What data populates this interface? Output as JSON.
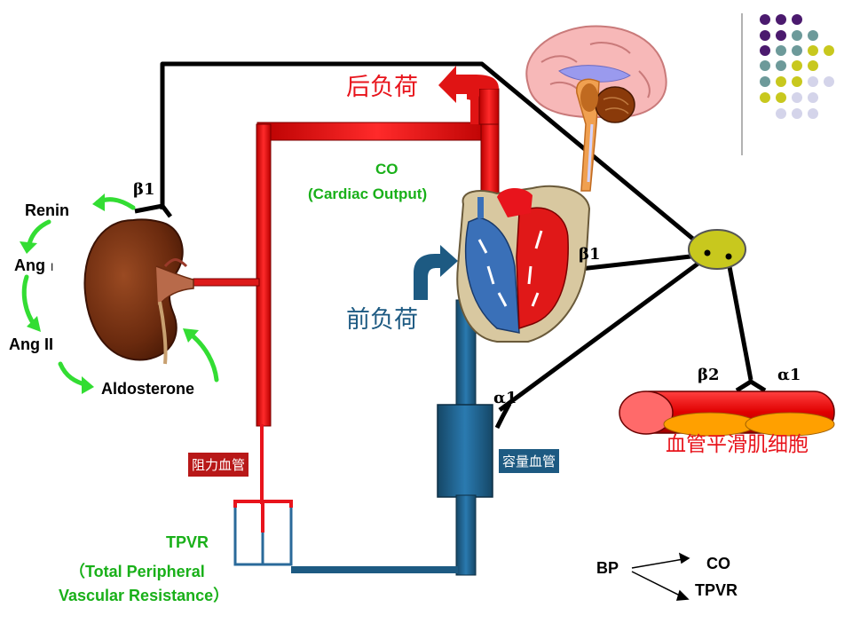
{
  "labels": {
    "afterload": "后负荷",
    "preload": "前负荷",
    "co_line1": "CO",
    "co_line2": "(Cardiac Output)",
    "renin": "Renin",
    "ang1": "Ang",
    "ang1_suffix": "I",
    "ang2": "Ang II",
    "aldosterone": "Aldosterone",
    "beta1_kidney": "β1",
    "beta1_heart": "β1",
    "alpha1_vein": "α1",
    "beta2_muscle": "β2",
    "alpha1_muscle": "α1",
    "smooth_muscle": "血管平滑肌细胞",
    "resistance_vessel": "阻力血管",
    "capacitance_vessel": "容量血管",
    "tpvr_line1": "TPVR",
    "tpvr_line2": "（Total Peripheral",
    "tpvr_line3": "Vascular Resistance）",
    "bp": "BP",
    "bp_co": "CO",
    "bp_tpvr": "TPVR"
  },
  "colors": {
    "artery": "#e8141c",
    "vein": "#1d5a82",
    "nerve": "#000000",
    "arrow_green": "#33dd33",
    "afterload_text": "#e8141c",
    "preload_text": "#1d5a82",
    "co_text": "#19b019",
    "tpvr_text": "#19b019",
    "smooth_muscle_text": "#e8141c",
    "ganglion": "#c8c81e",
    "resistance_tag_bg": "#b81818",
    "capacitance_tag_bg": "#1d5a82",
    "dots": [
      "#4b1a6e",
      "#6d9a9a",
      "#c8c81e",
      "#d4d4ea"
    ]
  },
  "icons": [
    "kidney-icon",
    "heart-icon",
    "brain-icon",
    "smooth-muscle-cell-icon",
    "ganglion-icon",
    "decorative-dot-grid"
  ]
}
